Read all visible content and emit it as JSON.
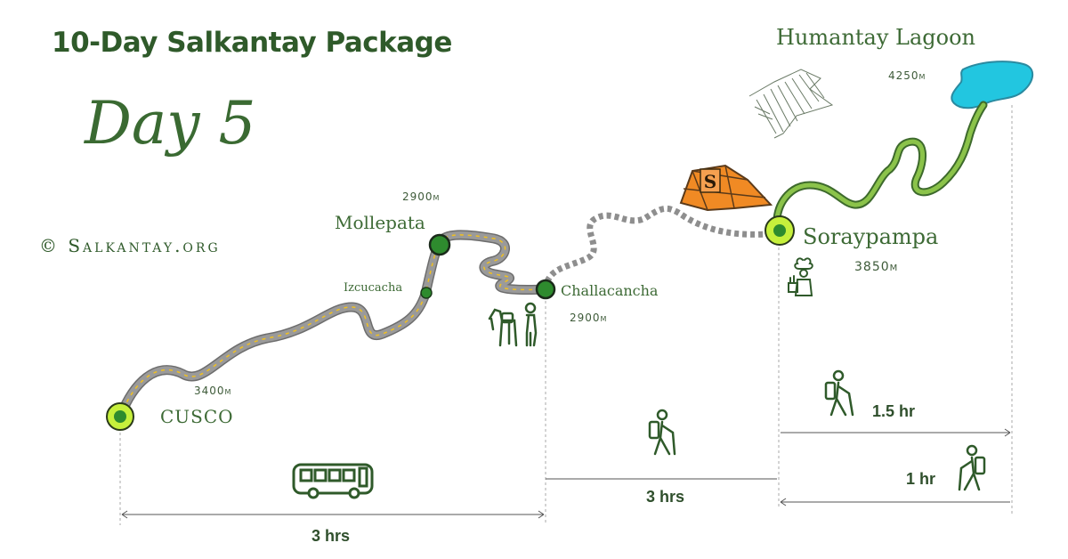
{
  "title": "10-Day Salkantay Package",
  "day": "Day 5",
  "brand": "© Salkantay.org",
  "locations": {
    "cusco": {
      "name": "CUSCO",
      "altitude": "3400m"
    },
    "izcucacha": {
      "name": "Izcucacha"
    },
    "mollepata": {
      "name": "Mollepata",
      "altitude": "2900m"
    },
    "challacancha": {
      "name": "Challacancha",
      "altitude": "2900m"
    },
    "soraypampa": {
      "name": "Soraypampa",
      "altitude": "3850m"
    },
    "humantay": {
      "name": "Humantay Lagoon",
      "altitude": "4250m"
    }
  },
  "durations": {
    "bus": "3 hrs",
    "hike": "3 hrs",
    "to_lagoon": "1.5 hr",
    "return": "1 hr"
  },
  "colors": {
    "text_green": "#2f5a2a",
    "road_gray": "#8a8a8a",
    "road_dash": "#f0c020",
    "trail_green": "#7cb342",
    "node_lime": "#c6f03c",
    "node_green": "#2e8b2e",
    "lagoon": "#22c6e0",
    "camp_orange": "#f08a24"
  },
  "icons": [
    "bus-icon",
    "hiker-icon",
    "horse-and-guide-icon",
    "chef-icon",
    "camp-dome-icon",
    "mountain-sketch-icon"
  ]
}
